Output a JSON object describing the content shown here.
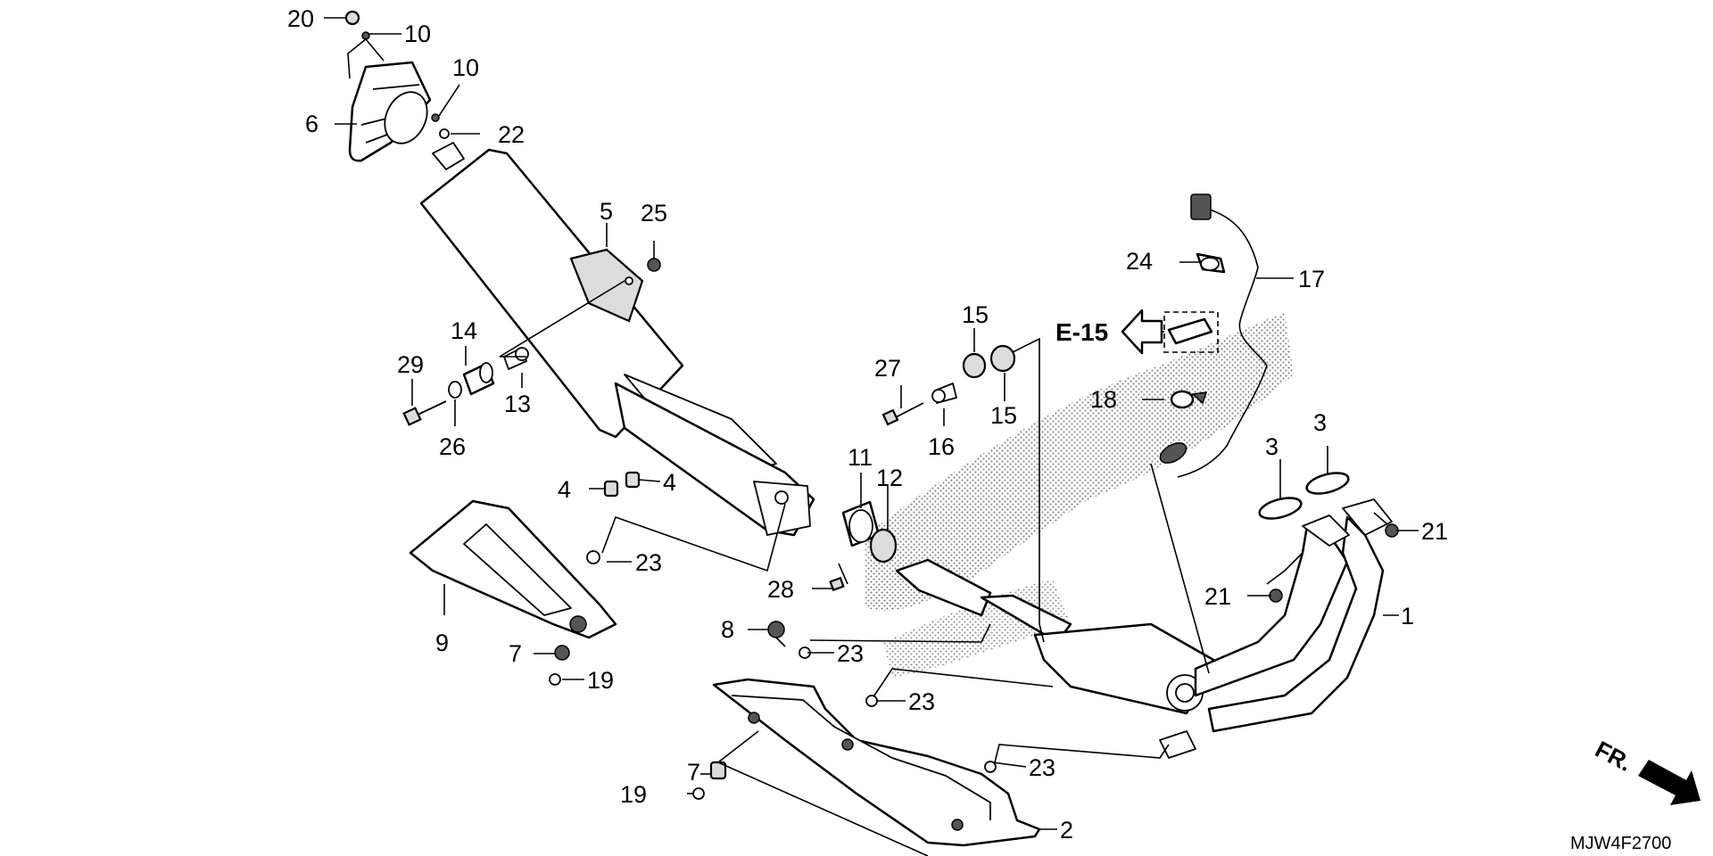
{
  "diagram_code": "MJW4F2700",
  "reference": {
    "label": "E-15"
  },
  "direction_marker": {
    "label": "FR."
  },
  "callouts": [
    {
      "id": "c20",
      "text": "20"
    },
    {
      "id": "c10a",
      "text": "10"
    },
    {
      "id": "c10b",
      "text": "10"
    },
    {
      "id": "c6",
      "text": "6"
    },
    {
      "id": "c22",
      "text": "22"
    },
    {
      "id": "c5",
      "text": "5"
    },
    {
      "id": "c25",
      "text": "25"
    },
    {
      "id": "c29",
      "text": "29"
    },
    {
      "id": "c14",
      "text": "14"
    },
    {
      "id": "c13",
      "text": "13"
    },
    {
      "id": "c26",
      "text": "26"
    },
    {
      "id": "c4a",
      "text": "4"
    },
    {
      "id": "c4b",
      "text": "4"
    },
    {
      "id": "c23a",
      "text": "23"
    },
    {
      "id": "c9",
      "text": "9"
    },
    {
      "id": "c7a",
      "text": "7"
    },
    {
      "id": "c19a",
      "text": "19"
    },
    {
      "id": "c27",
      "text": "27"
    },
    {
      "id": "c15a",
      "text": "15"
    },
    {
      "id": "c15b",
      "text": "15"
    },
    {
      "id": "c16",
      "text": "16"
    },
    {
      "id": "c11",
      "text": "11"
    },
    {
      "id": "c12",
      "text": "12"
    },
    {
      "id": "c28",
      "text": "28"
    },
    {
      "id": "c8",
      "text": "8"
    },
    {
      "id": "c23b",
      "text": "23"
    },
    {
      "id": "c23c",
      "text": "23"
    },
    {
      "id": "c23d",
      "text": "23"
    },
    {
      "id": "c7b",
      "text": "7"
    },
    {
      "id": "c19b",
      "text": "19"
    },
    {
      "id": "c2",
      "text": "2"
    },
    {
      "id": "c24",
      "text": "24"
    },
    {
      "id": "c17",
      "text": "17"
    },
    {
      "id": "c18",
      "text": "18"
    },
    {
      "id": "c3a",
      "text": "3"
    },
    {
      "id": "c3b",
      "text": "3"
    },
    {
      "id": "c21a",
      "text": "21"
    },
    {
      "id": "c21b",
      "text": "21"
    },
    {
      "id": "c1",
      "text": "1"
    }
  ]
}
